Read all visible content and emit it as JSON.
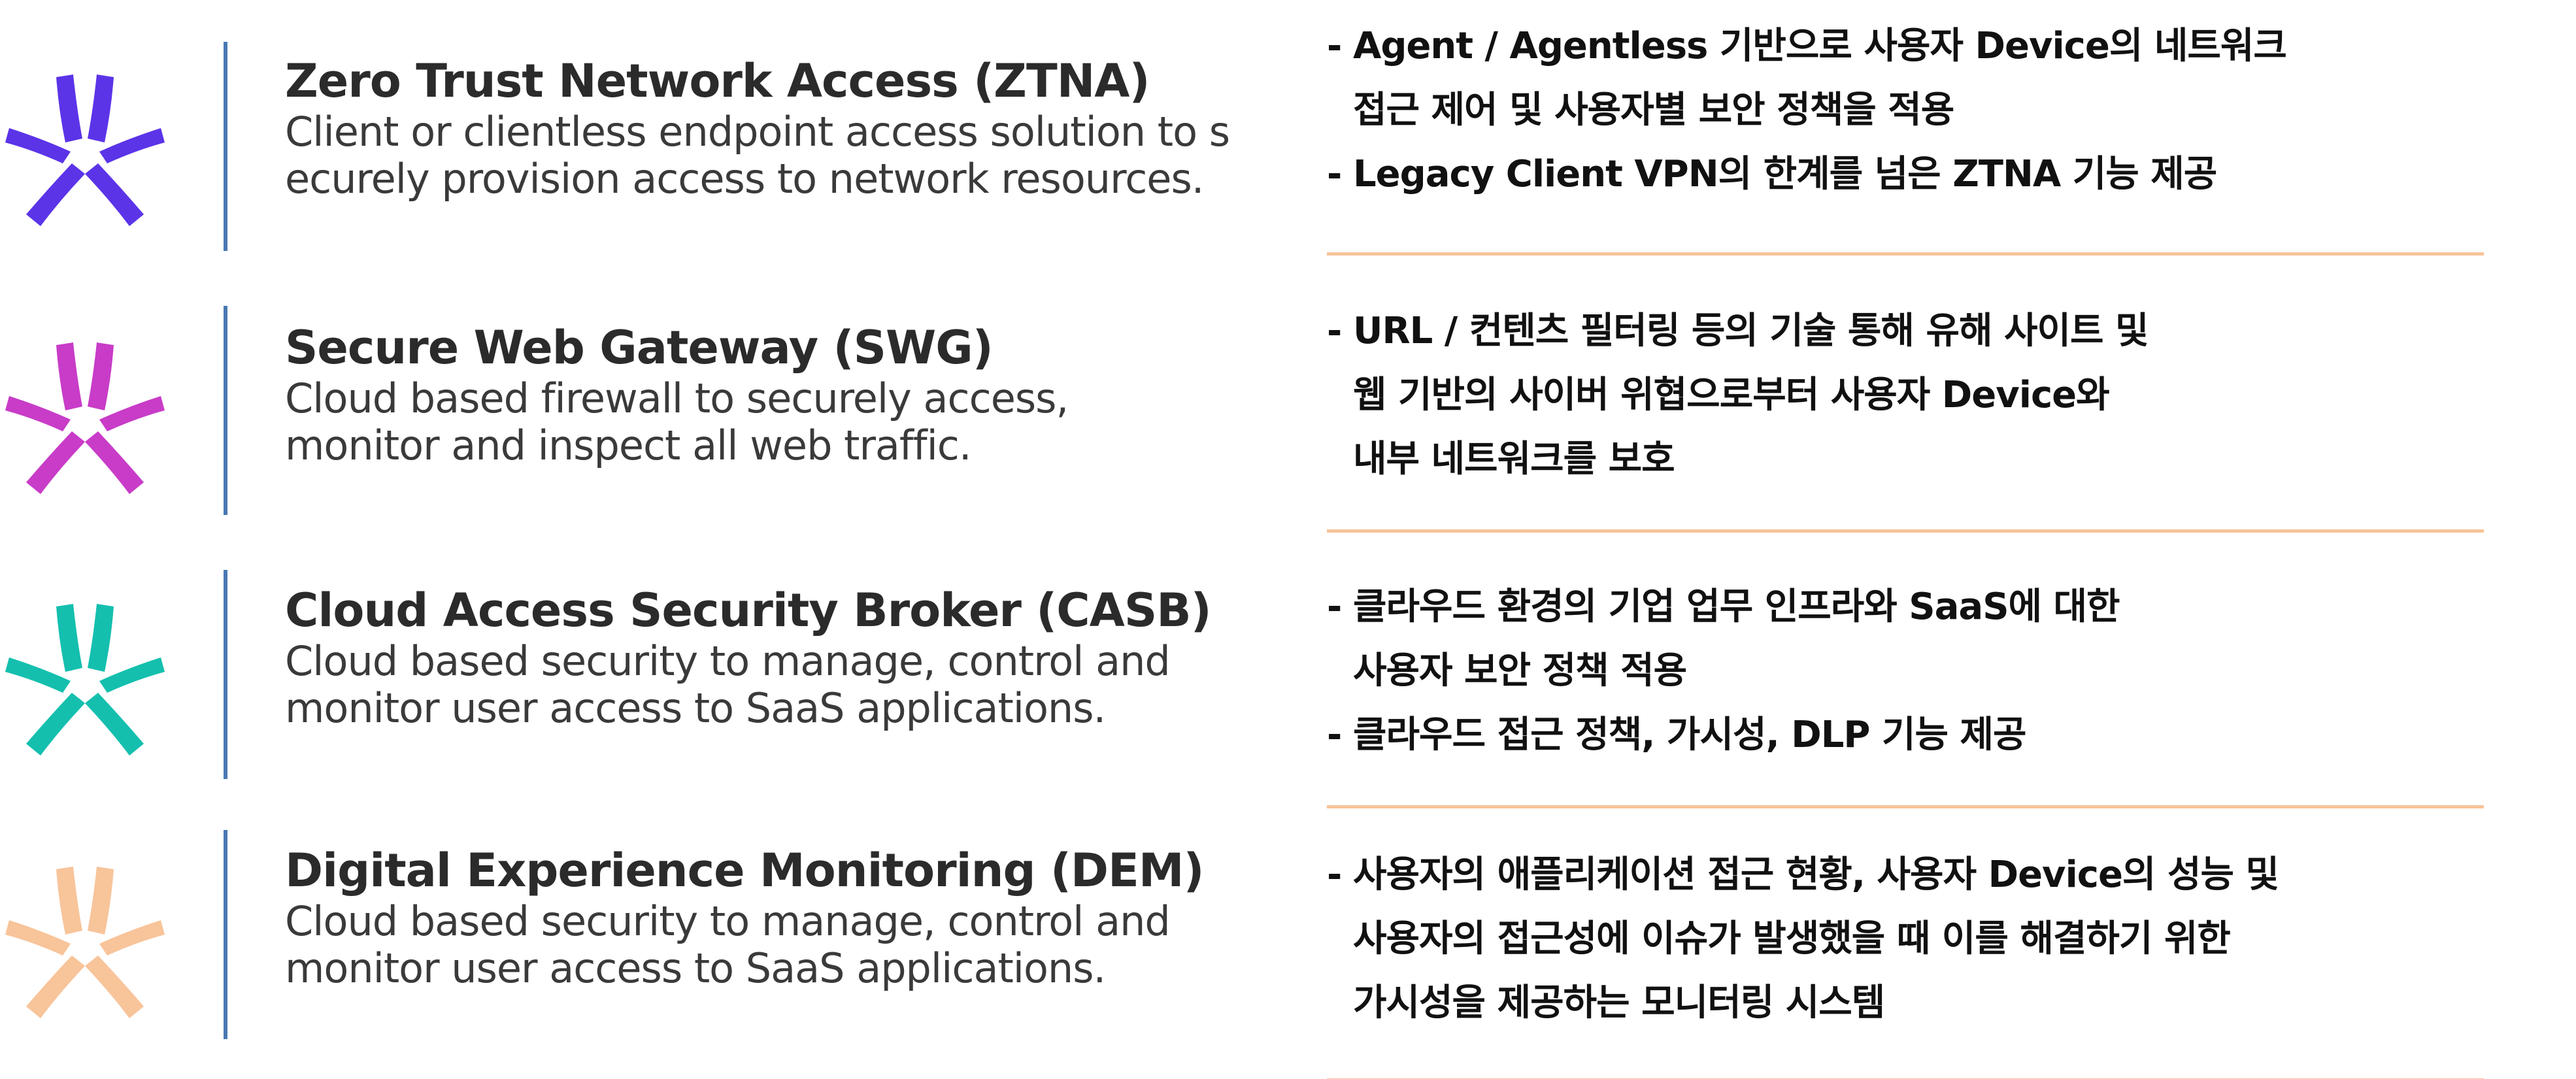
{
  "colors": {
    "ztna": "#5b34e8",
    "swg": "#c83cc8",
    "casb": "#14bfae",
    "dem": "#f8c49a",
    "divider_vertical": "#4a78b3",
    "divider_horizontal": "#f7c49a"
  },
  "icons": [
    "asterisk-logo-icon"
  ],
  "rows": [
    {
      "title": "Zero Trust Network Access (ZTNA)",
      "desc_lines": [
        "Client or clientless endpoint access solution to s",
        "ecurely provision access to network resources."
      ],
      "bullets": [
        {
          "lines": [
            "Agent / Agentless 기반으로 사용자 Device의 네트워크",
            "접근 제어 및 사용자별 보안 정책을 적용"
          ]
        },
        {
          "lines": [
            "Legacy Client VPN의 한계를 넘은 ZTNA 기능 제공"
          ]
        }
      ]
    },
    {
      "title": "Secure Web Gateway (SWG)",
      "desc_lines": [
        "Cloud based firewall to securely access,",
        "monitor and inspect all web traffic."
      ],
      "bullets": [
        {
          "lines": [
            "URL / 컨텐츠 필터링 등의 기술 통해 유해 사이트 및",
            "웹 기반의 사이버 위협으로부터 사용자 Device와",
            "내부 네트워크를 보호"
          ]
        }
      ]
    },
    {
      "title": "Cloud Access Security Broker (CASB)",
      "desc_lines": [
        "Cloud based security to manage, control and",
        "monitor user access to SaaS applications."
      ],
      "bullets": [
        {
          "lines": [
            "클라우드 환경의 기업 업무 인프라와 SaaS에 대한",
            "사용자 보안 정책 적용"
          ]
        },
        {
          "lines": [
            "클라우드 접근 정책, 가시성, DLP 기능 제공"
          ]
        }
      ]
    },
    {
      "title": "Digital Experience Monitoring (DEM)",
      "desc_lines": [
        "Cloud based security to manage, control and",
        "monitor user access to SaaS applications."
      ],
      "bullets": [
        {
          "lines": [
            "사용자의 애플리케이션 접근 현황, 사용자 Device의 성능 및",
            "사용자의 접근성에 이슈가 발생했을 때 이를 해결하기 위한",
            "가시성을 제공하는 모니터링 시스템"
          ]
        }
      ]
    }
  ]
}
